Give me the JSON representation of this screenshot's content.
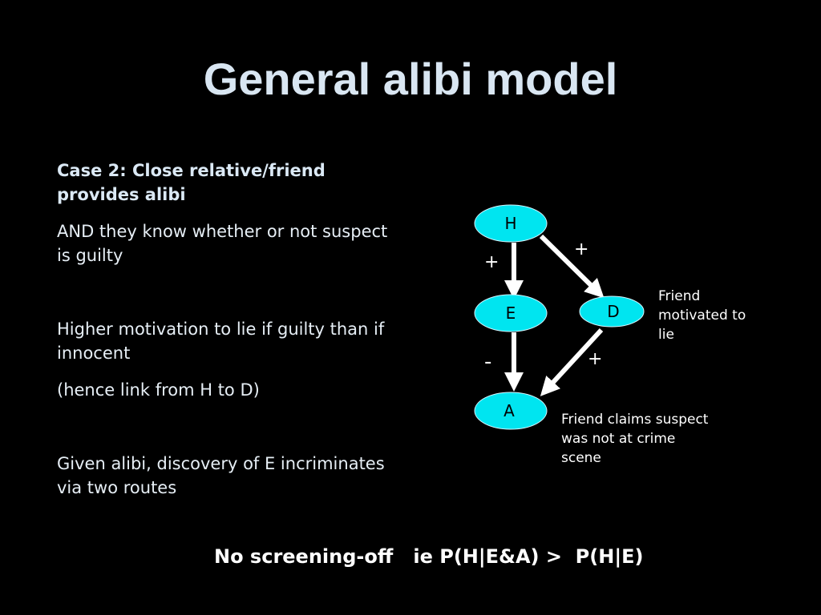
{
  "title": "General alibi model",
  "left_text": {
    "case": "Case 2: Close relative/friend provides alibi",
    "p1": "AND they know whether or not suspect is guilty",
    "p2": "Higher motivation to lie if guilty than if innocent",
    "p3": "(hence link from H to D)",
    "p4": "Given alibi, discovery of E incriminates via two routes"
  },
  "diagram": {
    "nodes": {
      "H": "H",
      "E": "E",
      "D": "D",
      "A": "A"
    },
    "signs": {
      "h_to_e": "+",
      "h_to_d": "+",
      "e_to_a": "-",
      "d_to_a": "+"
    },
    "notes": {
      "d_line1": "Friend",
      "d_line2": "motivated to",
      "d_line3": "lie",
      "a_line1": "Friend claims suspect",
      "a_line2": "was not at crime",
      "a_line3": "scene"
    },
    "colors": {
      "node": "#00e5f0",
      "edge": "#ffffff"
    }
  },
  "footer": "No screening-off   ie P(H|E&A) >  P(H|E)"
}
